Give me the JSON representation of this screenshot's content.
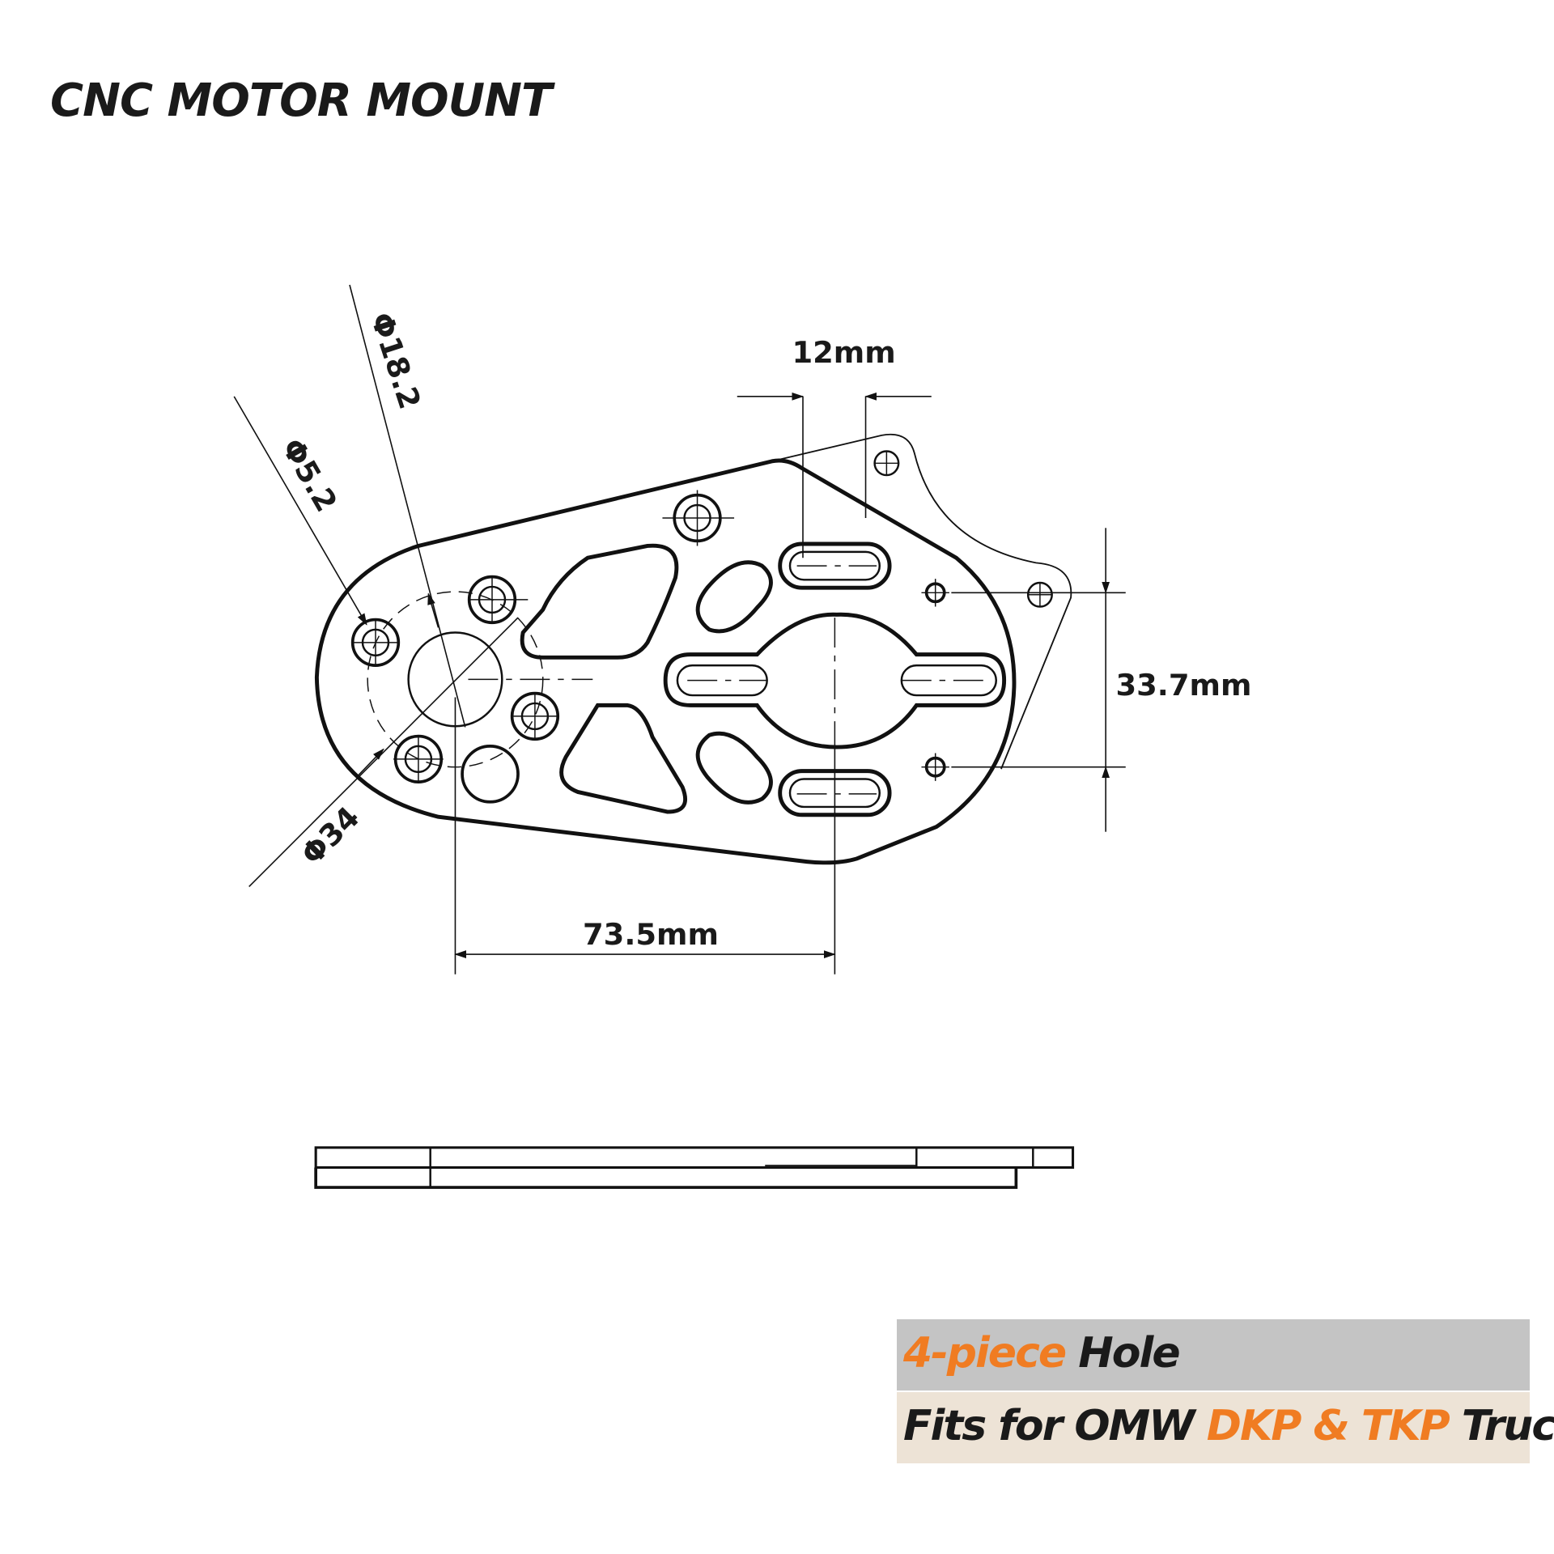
{
  "title": "CNC MOTOR  MOUNT",
  "dimensions": {
    "d_18_2": "Φ18.2",
    "d_5_2": "Φ5.2",
    "d_34": "Φ34",
    "slot_width": "12mm",
    "hole_spacing": "33.7mm",
    "center_distance": "73.5mm"
  },
  "info_box": {
    "line1_highlight": "4-piece",
    "line1_rest": "Hole",
    "line2_start": "Fits for OMW",
    "line2_highlight": "DKP & TKP",
    "line2_end": "Trucks"
  },
  "colors": {
    "accent": "#f07c22",
    "row1_bg": "#c4c4c4",
    "row2_bg": "#ede3d6"
  }
}
